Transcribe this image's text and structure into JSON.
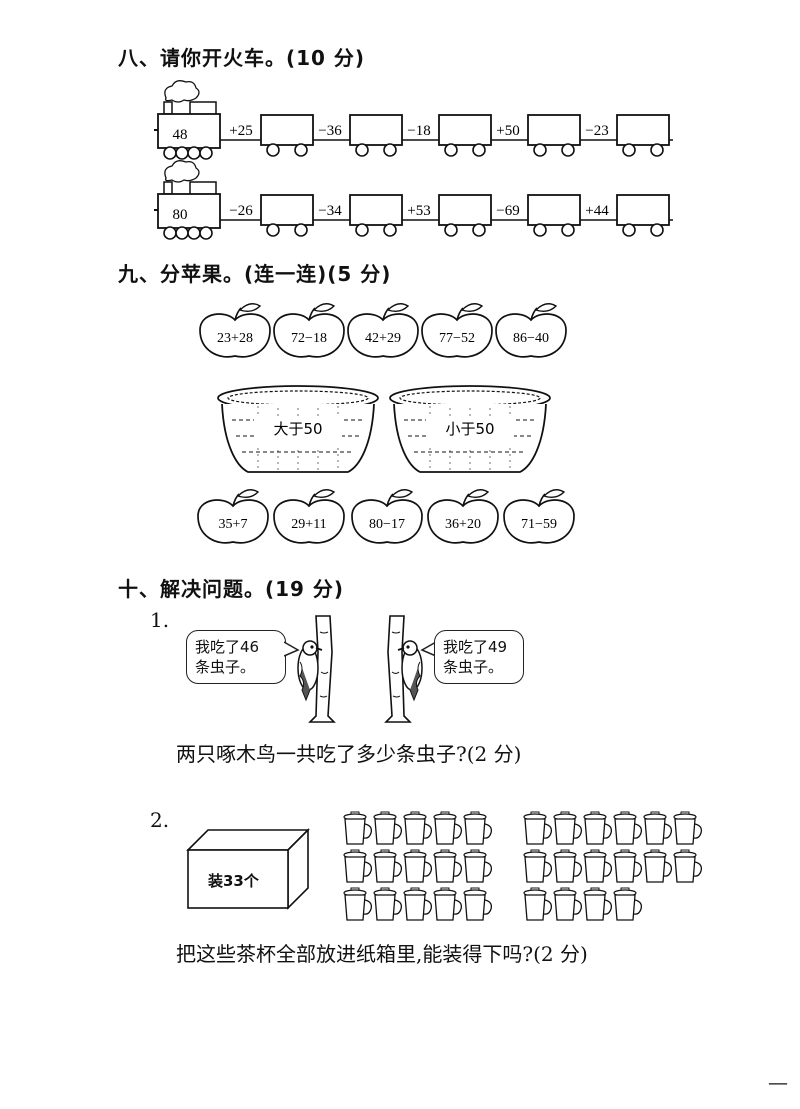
{
  "section8": {
    "title": "八、请你开火车。(10 分)",
    "trains": [
      {
        "start": "48",
        "ops": [
          "+25",
          "−36",
          "−18",
          "+50",
          "−23"
        ]
      },
      {
        "start": "80",
        "ops": [
          "−26",
          "−34",
          "+53",
          "−69",
          "+44"
        ]
      }
    ]
  },
  "section9": {
    "title": "九、分苹果。(连一连)(5 分)",
    "apples_top": [
      "23+28",
      "72−18",
      "42+29",
      "77−52",
      "86−40"
    ],
    "baskets": [
      "大于50",
      "小于50"
    ],
    "apples_bottom": [
      "35+7",
      "29+11",
      "80−17",
      "36+20",
      "71−59"
    ]
  },
  "section10": {
    "title": "十、解决问题。(19 分)",
    "q1": {
      "number": "1.",
      "bubble_left": [
        "我吃了46",
        "条虫子。"
      ],
      "bubble_right": [
        "我吃了49",
        "条虫子。"
      ],
      "question": "两只啄木鸟一共吃了多少条虫子?(2 分)"
    },
    "q2": {
      "number": "2.",
      "box_label": "装33个",
      "cups_group1": 15,
      "cups_group2": 16,
      "question": "把这些茶杯全部放进纸箱里,能装得下吗?(2 分)"
    }
  },
  "page_mark": "—"
}
